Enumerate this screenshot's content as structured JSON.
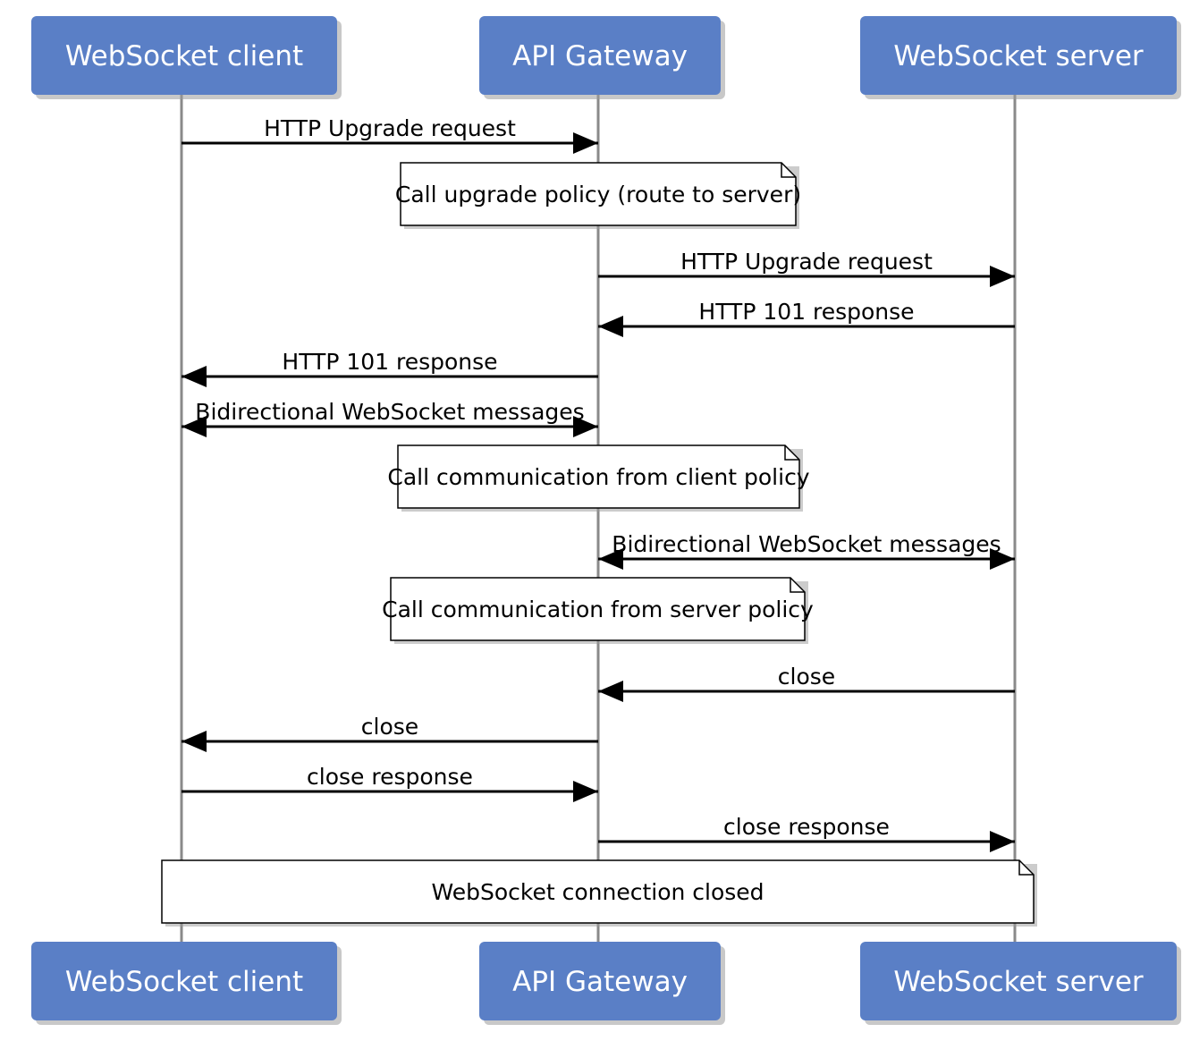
{
  "actors": [
    {
      "id": "client",
      "label": "WebSocket client"
    },
    {
      "id": "gateway",
      "label": "API Gateway"
    },
    {
      "id": "server",
      "label": "WebSocket server"
    }
  ],
  "messages": [
    {
      "from": "client",
      "to": "gateway",
      "label": "HTTP Upgrade request",
      "bidirectional": false
    },
    {
      "note": true,
      "over": "gateway",
      "label": "Call upgrade policy (route to server)"
    },
    {
      "from": "gateway",
      "to": "server",
      "label": "HTTP Upgrade request",
      "bidirectional": false
    },
    {
      "from": "server",
      "to": "gateway",
      "label": "HTTP 101 response",
      "bidirectional": false
    },
    {
      "from": "gateway",
      "to": "client",
      "label": "HTTP 101 response",
      "bidirectional": false
    },
    {
      "from": "client",
      "to": "gateway",
      "label": "Bidirectional WebSocket messages",
      "bidirectional": true
    },
    {
      "note": true,
      "over": "gateway",
      "label": "Call communication from client policy"
    },
    {
      "from": "gateway",
      "to": "server",
      "label": "Bidirectional WebSocket messages",
      "bidirectional": true
    },
    {
      "note": true,
      "over": "gateway",
      "label": "Call communication from server policy"
    },
    {
      "from": "server",
      "to": "gateway",
      "label": "close",
      "bidirectional": false
    },
    {
      "from": "gateway",
      "to": "client",
      "label": "close",
      "bidirectional": false
    },
    {
      "from": "client",
      "to": "gateway",
      "label": "close response",
      "bidirectional": false
    },
    {
      "from": "gateway",
      "to": "server",
      "label": "close response",
      "bidirectional": false
    },
    {
      "note": true,
      "over": "all",
      "label": "WebSocket connection closed"
    }
  ],
  "colors": {
    "actor_fill": "#5a7fc6",
    "actor_text": "#ffffff",
    "lifeline": "#8a8a8a",
    "arrow": "#000000",
    "note_fill": "#ffffff"
  }
}
